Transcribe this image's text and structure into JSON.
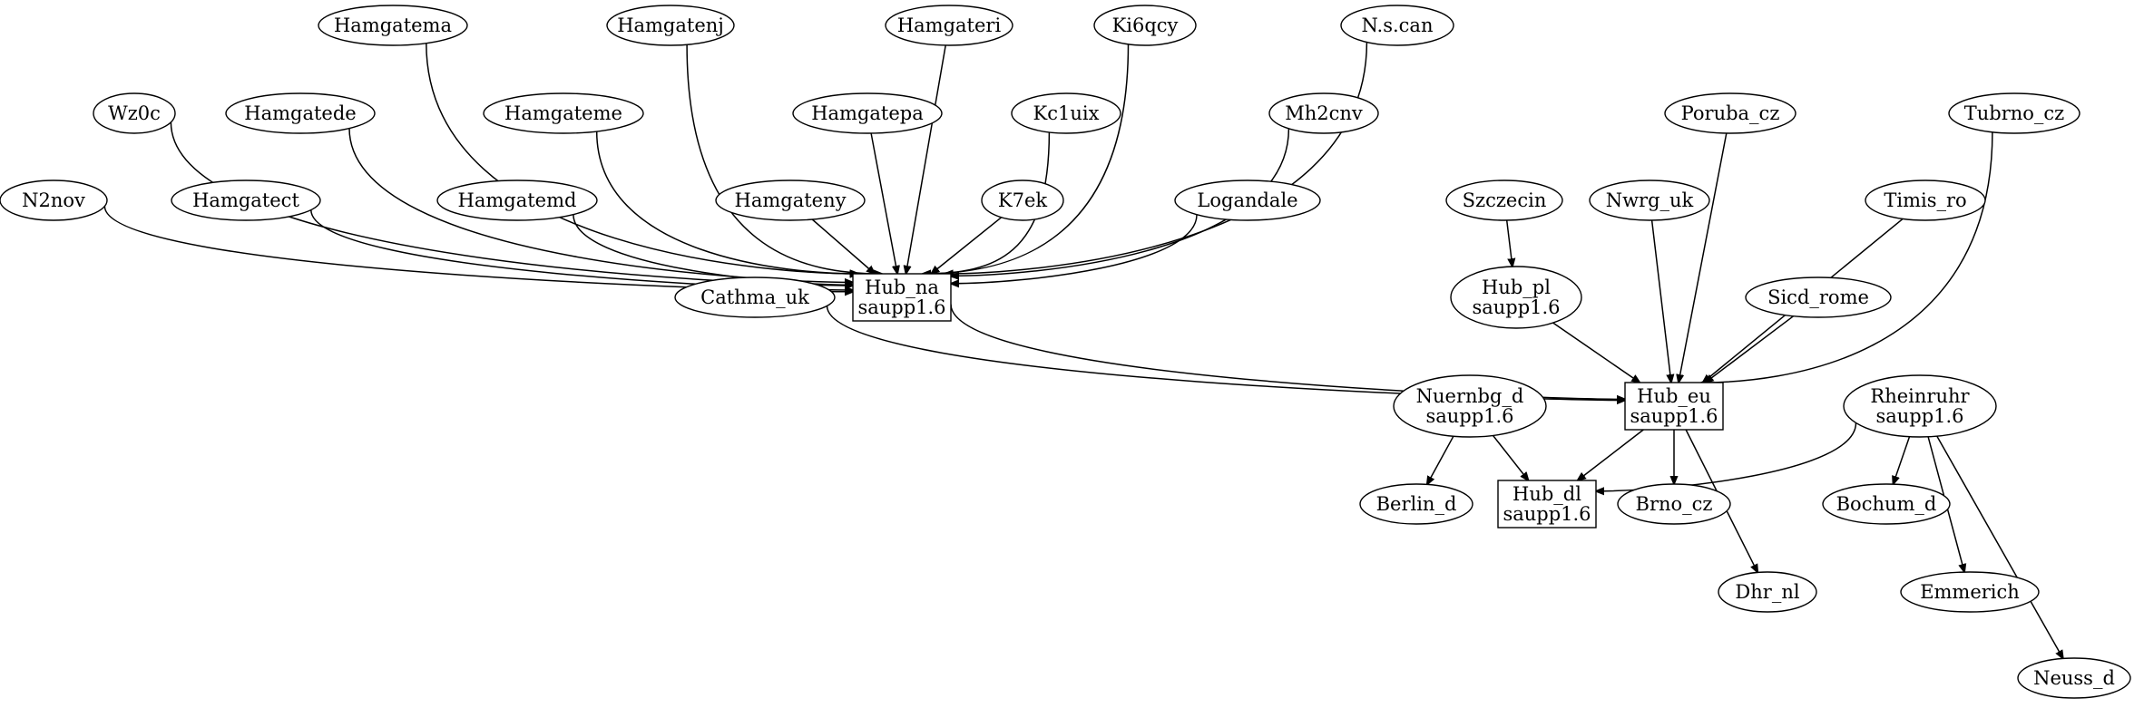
{
  "diagram": {
    "title": "",
    "colors": {
      "background": "#ffffff",
      "stroke": "#000000",
      "text": "#000000"
    },
    "nodes": [
      {
        "id": "hamgatema",
        "shape": "ellipse",
        "lines": [
          "Hamgatema"
        ]
      },
      {
        "id": "hamgatenj",
        "shape": "ellipse",
        "lines": [
          "Hamgatenj"
        ]
      },
      {
        "id": "hamgateri",
        "shape": "ellipse",
        "lines": [
          "Hamgateri"
        ]
      },
      {
        "id": "ki6qcy",
        "shape": "ellipse",
        "lines": [
          "Ki6qcy"
        ]
      },
      {
        "id": "nscan",
        "shape": "ellipse",
        "lines": [
          "N.s.can"
        ]
      },
      {
        "id": "wz0c",
        "shape": "ellipse",
        "lines": [
          "Wz0c"
        ]
      },
      {
        "id": "hamgatede",
        "shape": "ellipse",
        "lines": [
          "Hamgatede"
        ]
      },
      {
        "id": "hamgateme",
        "shape": "ellipse",
        "lines": [
          "Hamgateme"
        ]
      },
      {
        "id": "hamgatepa",
        "shape": "ellipse",
        "lines": [
          "Hamgatepa"
        ]
      },
      {
        "id": "kc1uix",
        "shape": "ellipse",
        "lines": [
          "Kc1uix"
        ]
      },
      {
        "id": "mh2cnv",
        "shape": "ellipse",
        "lines": [
          "Mh2cnv"
        ]
      },
      {
        "id": "poruba_cz",
        "shape": "ellipse",
        "lines": [
          "Poruba_cz"
        ]
      },
      {
        "id": "tubrno_cz",
        "shape": "ellipse",
        "lines": [
          "Tubrno_cz"
        ]
      },
      {
        "id": "n2nov",
        "shape": "ellipse",
        "lines": [
          "N2nov"
        ]
      },
      {
        "id": "hamgatect",
        "shape": "ellipse",
        "lines": [
          "Hamgatect"
        ]
      },
      {
        "id": "hamgatemd",
        "shape": "ellipse",
        "lines": [
          "Hamgatemd"
        ]
      },
      {
        "id": "hamgateny",
        "shape": "ellipse",
        "lines": [
          "Hamgateny"
        ]
      },
      {
        "id": "k7ek",
        "shape": "ellipse",
        "lines": [
          "K7ek"
        ]
      },
      {
        "id": "logandale",
        "shape": "ellipse",
        "lines": [
          "Logandale"
        ]
      },
      {
        "id": "szczecin",
        "shape": "ellipse",
        "lines": [
          "Szczecin"
        ]
      },
      {
        "id": "nwrg_uk",
        "shape": "ellipse",
        "lines": [
          "Nwrg_uk"
        ]
      },
      {
        "id": "timis_ro",
        "shape": "ellipse",
        "lines": [
          "Timis_ro"
        ]
      },
      {
        "id": "cathma_uk",
        "shape": "ellipse",
        "lines": [
          "Cathma_uk"
        ]
      },
      {
        "id": "hub_na",
        "shape": "box",
        "lines": [
          "Hub_na",
          "saupp1.6"
        ]
      },
      {
        "id": "hub_pl",
        "shape": "ellipse",
        "lines": [
          "Hub_pl",
          "saupp1.6"
        ]
      },
      {
        "id": "sicd_rome",
        "shape": "ellipse",
        "lines": [
          "Sicd_rome"
        ]
      },
      {
        "id": "hub_eu",
        "shape": "box",
        "lines": [
          "Hub_eu",
          "saupp1.6"
        ]
      },
      {
        "id": "nuernbg_d",
        "shape": "ellipse",
        "lines": [
          "Nuernbg_d",
          "saupp1.6"
        ]
      },
      {
        "id": "rheinruhr",
        "shape": "ellipse",
        "lines": [
          "Rheinruhr",
          "saupp1.6"
        ]
      },
      {
        "id": "berlin_d",
        "shape": "ellipse",
        "lines": [
          "Berlin_d"
        ]
      },
      {
        "id": "hub_dl",
        "shape": "box",
        "lines": [
          "Hub_dl",
          "saupp1.6"
        ]
      },
      {
        "id": "brno_cz",
        "shape": "ellipse",
        "lines": [
          "Brno_cz"
        ]
      },
      {
        "id": "bochum_d",
        "shape": "ellipse",
        "lines": [
          "Bochum_d"
        ]
      },
      {
        "id": "dhr_nl",
        "shape": "ellipse",
        "lines": [
          "Dhr_nl"
        ]
      },
      {
        "id": "emmerich",
        "shape": "ellipse",
        "lines": [
          "Emmerich"
        ]
      },
      {
        "id": "neuss_d",
        "shape": "ellipse",
        "lines": [
          "Neuss_d"
        ]
      }
    ],
    "edges": [
      {
        "from": "n2nov",
        "to": "hub_na"
      },
      {
        "from": "wz0c",
        "to": "hub_na"
      },
      {
        "from": "hamgatect",
        "to": "hub_na"
      },
      {
        "from": "hamgatede",
        "to": "hub_na"
      },
      {
        "from": "hamgatema",
        "to": "hub_na"
      },
      {
        "from": "hamgatemd",
        "to": "hub_na"
      },
      {
        "from": "hamgateme",
        "to": "hub_na"
      },
      {
        "from": "hamgatenj",
        "to": "hub_na"
      },
      {
        "from": "hamgateny",
        "to": "hub_na"
      },
      {
        "from": "hamgatepa",
        "to": "hub_na"
      },
      {
        "from": "hamgateri",
        "to": "hub_na"
      },
      {
        "from": "k7ek",
        "to": "hub_na"
      },
      {
        "from": "kc1uix",
        "to": "hub_na"
      },
      {
        "from": "ki6qcy",
        "to": "hub_na"
      },
      {
        "from": "logandale",
        "to": "hub_na"
      },
      {
        "from": "mh2cnv",
        "to": "hub_na"
      },
      {
        "from": "nscan",
        "to": "hub_na"
      },
      {
        "from": "hub_na",
        "to": "hub_eu"
      },
      {
        "from": "cathma_uk",
        "to": "hub_eu"
      },
      {
        "from": "szczecin",
        "to": "hub_pl"
      },
      {
        "from": "hub_pl",
        "to": "hub_eu"
      },
      {
        "from": "nwrg_uk",
        "to": "hub_eu"
      },
      {
        "from": "poruba_cz",
        "to": "hub_eu"
      },
      {
        "from": "sicd_rome",
        "to": "hub_eu"
      },
      {
        "from": "timis_ro",
        "to": "hub_eu"
      },
      {
        "from": "tubrno_cz",
        "to": "hub_eu"
      },
      {
        "from": "hub_eu",
        "to": "hub_dl"
      },
      {
        "from": "hub_eu",
        "to": "brno_cz"
      },
      {
        "from": "hub_eu",
        "to": "dhr_nl"
      },
      {
        "from": "nuernbg_d",
        "to": "berlin_d"
      },
      {
        "from": "nuernbg_d",
        "to": "hub_dl"
      },
      {
        "from": "rheinruhr",
        "to": "hub_dl"
      },
      {
        "from": "rheinruhr",
        "to": "bochum_d"
      },
      {
        "from": "rheinruhr",
        "to": "emmerich"
      },
      {
        "from": "rheinruhr",
        "to": "neuss_d"
      }
    ]
  }
}
